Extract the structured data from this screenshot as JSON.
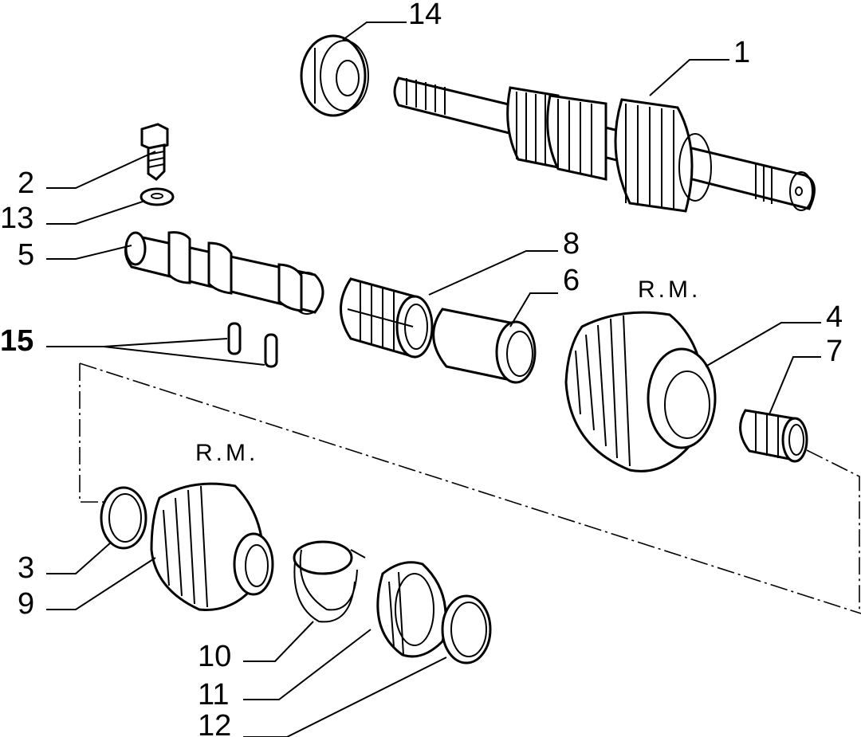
{
  "title": "",
  "callouts": [
    {
      "id": "1",
      "text": "1"
    },
    {
      "id": "2",
      "text": "2"
    },
    {
      "id": "3",
      "text": "3"
    },
    {
      "id": "4",
      "text": "4"
    },
    {
      "id": "5",
      "text": "5"
    },
    {
      "id": "6",
      "text": "6"
    },
    {
      "id": "7",
      "text": "7"
    },
    {
      "id": "8",
      "text": "8"
    },
    {
      "id": "9",
      "text": "9"
    },
    {
      "id": "10",
      "text": "10"
    },
    {
      "id": "11",
      "text": "11"
    },
    {
      "id": "12",
      "text": "12"
    },
    {
      "id": "13",
      "text": "13"
    },
    {
      "id": "14",
      "text": "14"
    },
    {
      "id": "15",
      "text": "15"
    }
  ],
  "annotations": {
    "rm_upper": "R.M.",
    "rm_lower": "R.M."
  },
  "colors": {
    "line": "#000000",
    "background": "#ffffff"
  }
}
